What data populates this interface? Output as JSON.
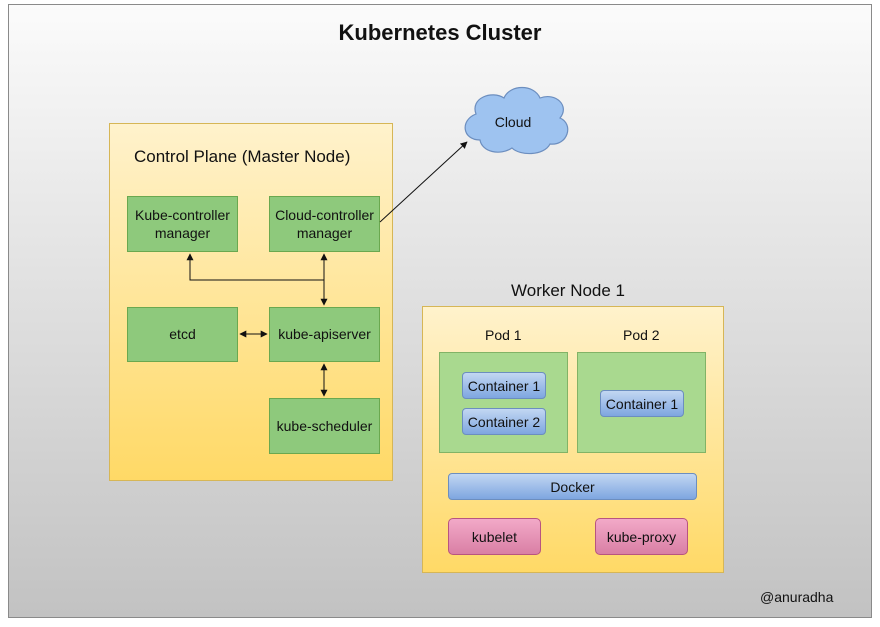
{
  "title": "Kubernetes Cluster",
  "control_plane": {
    "title": "Control Plane (Master Node)",
    "kube_controller_manager": "Kube-controller manager",
    "cloud_controller_manager": "Cloud-controller manager",
    "etcd": "etcd",
    "kube_apiserver": "kube-apiserver",
    "kube_scheduler": "kube-scheduler"
  },
  "cloud": {
    "label": "Cloud"
  },
  "worker_node": {
    "title": "Worker Node 1",
    "pods": [
      {
        "label": "Pod 1",
        "containers": [
          "Container 1",
          "Container 2"
        ]
      },
      {
        "label": "Pod 2",
        "containers": [
          "Container 1"
        ]
      }
    ],
    "docker": "Docker",
    "kubelet": "kubelet",
    "kube_proxy": "kube-proxy"
  },
  "credit": "@anuradha",
  "colors": {
    "panel_fill_top": "#fff2cc",
    "panel_fill_bottom": "#ffd966",
    "component_green": "#8ec97c",
    "container_blue": "#7ea6e0",
    "agent_pink": "#d97fa5",
    "cloud_blue": "#9ec3f0"
  }
}
